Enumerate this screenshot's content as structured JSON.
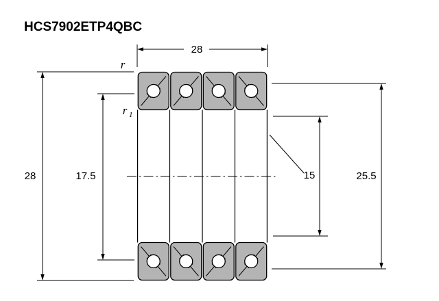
{
  "title": "HCS7902ETP4QBC",
  "dimensions": {
    "outer_width": "28",
    "outer_diameter": "28",
    "inner_shoulder_diameter": "17.5",
    "bore_diameter": "15",
    "outer_shoulder_diameter": "25.5"
  },
  "labels": {
    "r": "r",
    "r1_base": "r",
    "r1_sub": "1"
  }
}
